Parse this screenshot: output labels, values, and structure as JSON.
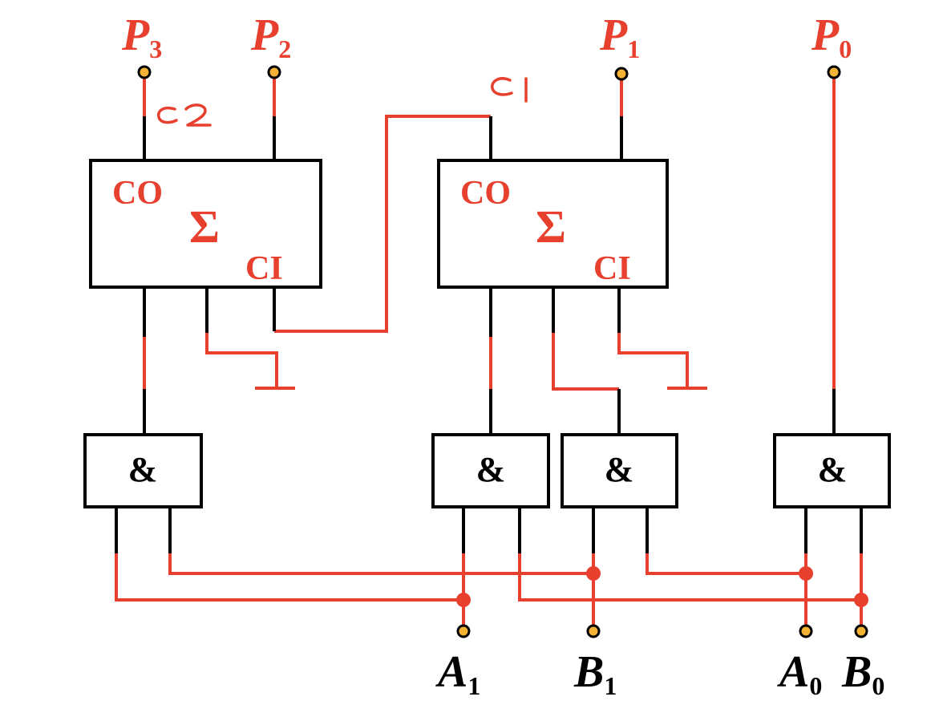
{
  "colors": {
    "wire": "#e8402f",
    "stub": "#000000",
    "terminal_fill": "#f5b335",
    "box": "#000000",
    "label_red": "#e8402f",
    "label_black": "#000000"
  },
  "outputs": [
    {
      "letter": "P",
      "sub": "3"
    },
    {
      "letter": "P",
      "sub": "2"
    },
    {
      "letter": "P",
      "sub": "1"
    },
    {
      "letter": "P",
      "sub": "0"
    }
  ],
  "inputs": [
    {
      "letter": "A",
      "sub": "1"
    },
    {
      "letter": "B",
      "sub": "1"
    },
    {
      "letter": "A",
      "sub": "0"
    },
    {
      "letter": "B",
      "sub": "0"
    }
  ],
  "adders": [
    {
      "co": "CO",
      "sigma": "Σ",
      "ci": "CI"
    },
    {
      "co": "CO",
      "sigma": "Σ",
      "ci": "CI"
    }
  ],
  "gates": [
    "&",
    "&",
    "&",
    "&"
  ],
  "annotations": {
    "c2": "C2",
    "c1": "C1"
  }
}
